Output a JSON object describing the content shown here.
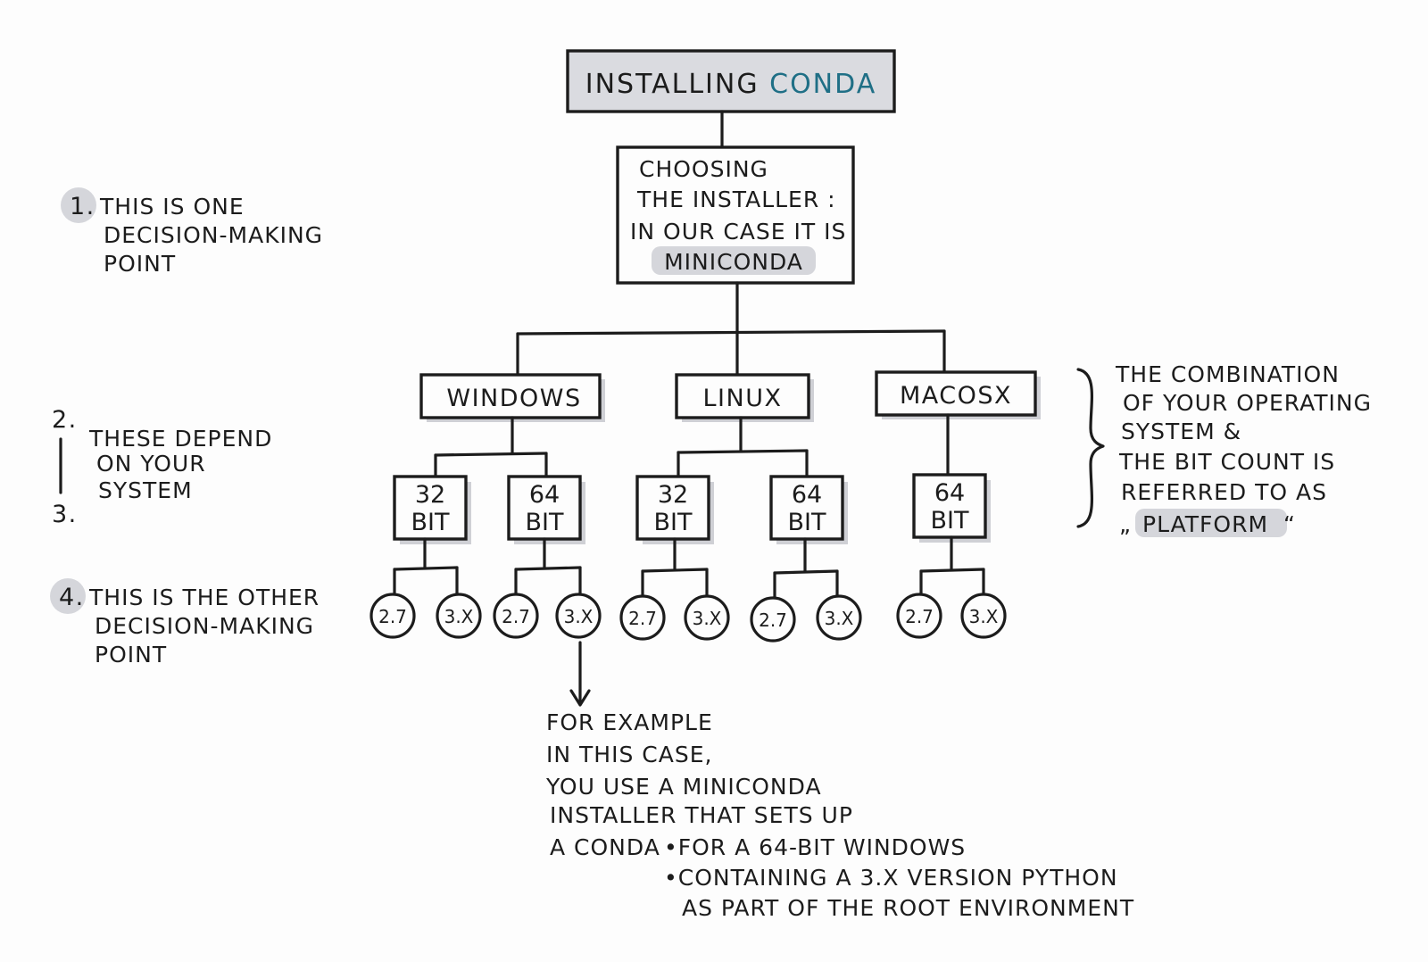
{
  "title": {
    "prefix": "INSTALLING",
    "highlight": "CONDA",
    "highlight_color": "#1f6f86"
  },
  "installer_box": {
    "lines": [
      "CHOOSING",
      "THE INSTALLER :",
      "IN OUR CASE IT IS"
    ],
    "highlight": "MINICONDA"
  },
  "platforms": [
    {
      "name": "WINDOWS",
      "bits": [
        "32 BIT",
        "64 BIT"
      ]
    },
    {
      "name": "LINUX",
      "bits": [
        "32 BIT",
        "64 BIT"
      ]
    },
    {
      "name": "MACOSX",
      "bits": [
        "64 BIT"
      ]
    }
  ],
  "python_versions": [
    "2.7",
    "3.X"
  ],
  "left_notes": {
    "note1": {
      "number": "1.",
      "lines": [
        "THIS IS ONE",
        "DECISION-MAKING",
        "POINT"
      ]
    },
    "note23": {
      "number_top": "2.",
      "number_bottom": "3.",
      "lines": [
        "THESE DEPEND",
        "ON YOUR",
        "SYSTEM"
      ]
    },
    "note4": {
      "number": "4.",
      "lines": [
        "THIS IS THE OTHER",
        "DECISION-MAKING",
        "POINT"
      ]
    }
  },
  "right_note": {
    "lines": [
      "THE COMBINATION",
      "OF YOUR OPERATING",
      "SYSTEM &",
      "THE BIT COUNT IS",
      "REFERRED TO AS"
    ],
    "quote_open": "„",
    "highlight": "PLATFORM",
    "quote_close": "“"
  },
  "example_note": {
    "lines": [
      "FOR EXAMPLE",
      "IN THIS CASE,",
      "YOU USE A MINICONDA",
      "INSTALLER THAT SETS UP",
      "A CONDA"
    ],
    "bullets": [
      "•FOR A 64-BIT WINDOWS",
      "•CONTAINING A 3.X VERSION PYTHON"
    ],
    "bullet_continuation": "AS PART OF THE ROOT ENVIRONMENT"
  },
  "colors": {
    "ink": "#1c1c1c",
    "highlight": "#d5d6db",
    "accent": "#1f6f86"
  }
}
